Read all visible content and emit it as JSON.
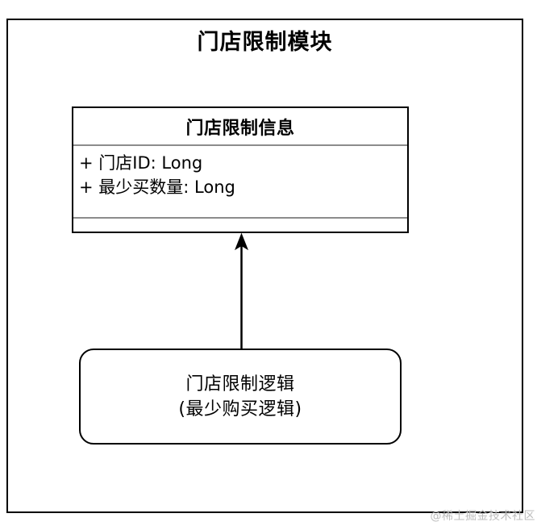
{
  "diagram": {
    "module_title": "门店限制模块",
    "class_box": {
      "name": "门店限制信息",
      "attributes": [
        "+ 门店ID: Long",
        "+ 最少买数量: Long"
      ]
    },
    "logic_node": {
      "line1": "门店限制逻辑",
      "line2": "(最少购买逻辑)"
    },
    "arrow": {
      "direction": "up",
      "from": "logic_node",
      "to": "class_box"
    },
    "watermark": "@稀土掘金技术社区",
    "colors": {
      "stroke": "#000000",
      "divider": "#8c8c8c",
      "watermark": "#bdbdbd",
      "background": "#ffffff"
    }
  }
}
